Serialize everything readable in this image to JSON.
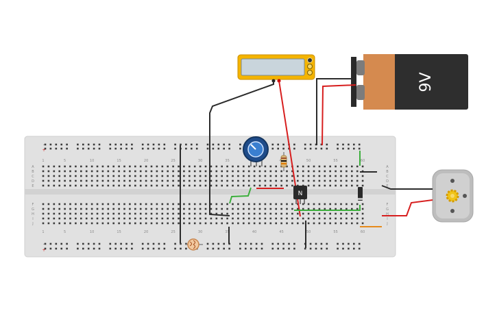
{
  "battery": {
    "label": "9V"
  },
  "transistor": {
    "label": "N"
  },
  "breadboard": {
    "column_numbers": [
      "1",
      "5",
      "10",
      "15",
      "20",
      "25",
      "30",
      "35",
      "40",
      "45",
      "50",
      "55",
      "60"
    ],
    "row_letters_top": [
      "A",
      "B",
      "C",
      "D",
      "E"
    ],
    "row_letters_bottom": [
      "F",
      "G",
      "H",
      "I",
      "J"
    ],
    "rail_minus": "-",
    "rail_plus": "+"
  },
  "colors": {
    "wire_black": "#2b2b2b",
    "wire_red": "#d71e1e",
    "wire_green": "#3cae3c",
    "wire_orange": "#e68a1a",
    "multimeter_body": "#f4b400",
    "battery_copper": "#d58a4f",
    "battery_body": "#2e2e2e"
  }
}
